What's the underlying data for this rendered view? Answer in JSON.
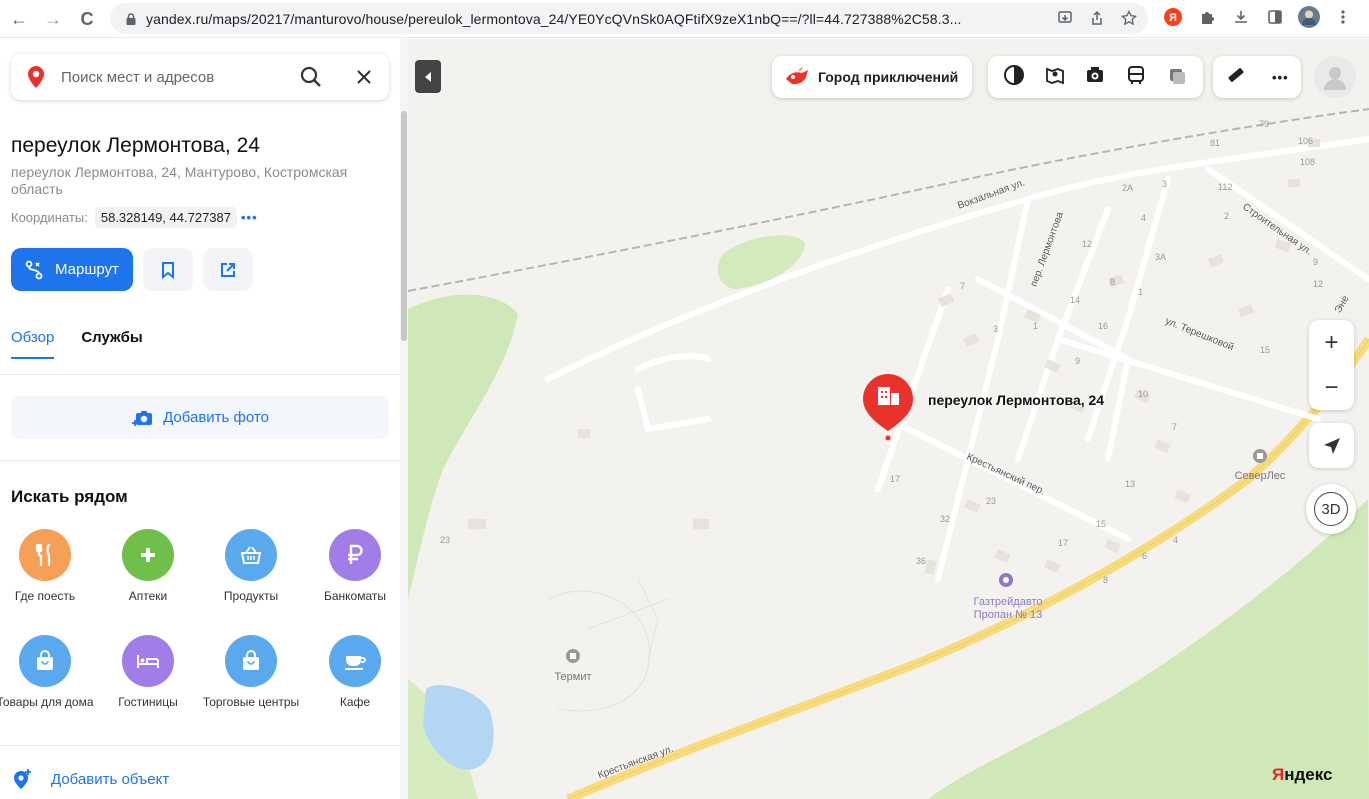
{
  "browser": {
    "url": "yandex.ru/maps/20217/manturovo/house/pereulok_lermontova_24/YE0YcQVnSk0AQFtifX9zeX1nbQ==/?ll=44.727388%2C58.3...",
    "back_glyph": "←",
    "forward_glyph": "→",
    "reload_glyph": "C"
  },
  "search": {
    "placeholder": "Поиск мест и адресов"
  },
  "place": {
    "title": "переулок Лермонтова, 24",
    "address": "переулок Лермонтова, 24, Мантурово, Костромская область",
    "coords_label": "Координаты:",
    "coords_value": "58.328149, 44.727387",
    "coords_more": "•••"
  },
  "actions": {
    "route_label": "Маршрут"
  },
  "tabs": [
    {
      "label": "Обзор"
    },
    {
      "label": "Службы"
    }
  ],
  "add_photo_label": "Добавить фото",
  "nearby": {
    "title": "Искать рядом",
    "categories": [
      {
        "label": "Где поесть",
        "color": "#f5a056",
        "icon": "fork-knife-icon"
      },
      {
        "label": "Аптеки",
        "color": "#6fbf4a",
        "icon": "plus-icon"
      },
      {
        "label": "Продукты",
        "color": "#5aa8ee",
        "icon": "basket-icon"
      },
      {
        "label": "Банкоматы",
        "color": "#a17de8",
        "icon": "ruble-icon"
      },
      {
        "label": "Товары для дома",
        "color": "#5aa8ee",
        "icon": "shopping-bag-icon"
      },
      {
        "label": "Гостиницы",
        "color": "#a17de8",
        "icon": "bed-icon"
      },
      {
        "label": "Торговые центры",
        "color": "#5aa8ee",
        "icon": "shopping-bag-icon"
      },
      {
        "label": "Кафе",
        "color": "#5aa8ee",
        "icon": "cup-icon"
      }
    ]
  },
  "add_object_label": "Добавить объект",
  "map": {
    "promo_label": "Город приключений",
    "marker_label": "переулок Лермонтова, 24",
    "zoom_in": "+",
    "zoom_out": "−",
    "btn_3d": "3D",
    "more_glyph": "•••",
    "poi": {
      "gas_station": "Газтрейдавто Пропан № 13",
      "severles": "СеверЛес",
      "termit": "Термит"
    },
    "streets": {
      "vokzalnaya": "Вокзальная ул.",
      "lermontova": "пер. Лермонтова",
      "stroitelnaya": "Строительная ул.",
      "tereshkovoy": "ул. Терешковой",
      "krestyansky": "Крестьянский пер.",
      "krestyanskaya": "Крестьянская ул.",
      "enе": "Эне"
    },
    "house_numbers": [
      "79",
      "106",
      "81",
      "108",
      "2А",
      "3",
      "112",
      "2",
      "4",
      "12",
      "3А",
      "9",
      "7",
      "14",
      "8",
      "1",
      "12",
      "3",
      "1",
      "16",
      "9",
      "15",
      "10",
      "17",
      "7",
      "13",
      "23",
      "32",
      "15",
      "17",
      "36",
      "4",
      "6",
      "8",
      "23"
    ],
    "brand": "Яндекс"
  },
  "colors": {
    "accent": "#1e74ea",
    "marker": "#e8322b",
    "road": "#f7dc7e",
    "forest": "#cfe8b7",
    "water": "#b3d6f5"
  }
}
